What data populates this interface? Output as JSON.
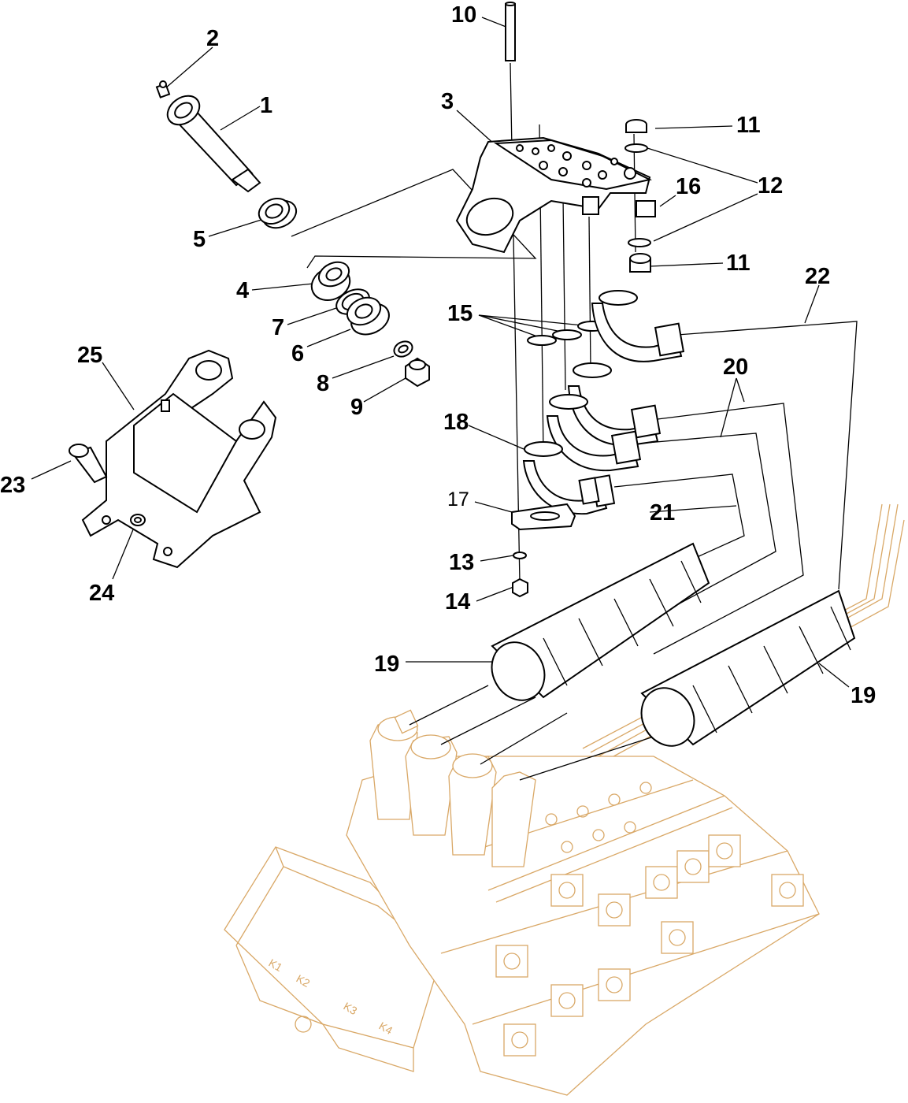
{
  "colors": {
    "ink": "#000000",
    "ghost": "#d9a867",
    "background": "#ffffff"
  },
  "callouts": {
    "c1": "1",
    "c2": "2",
    "c3": "3",
    "c4": "4",
    "c5": "5",
    "c6": "6",
    "c7": "7",
    "c8": "8",
    "c9": "9",
    "c10": "10",
    "c11a": "11",
    "c11b": "11",
    "c12": "12",
    "c13": "13",
    "c14": "14",
    "c15": "15",
    "c16": "16",
    "c17": "17",
    "c18": "18",
    "c19a": "19",
    "c19b": "19",
    "c20": "20",
    "c21": "21",
    "c22": "22",
    "c23": "23",
    "c24": "24",
    "c25": "25"
  },
  "ghost_labels": {
    "k1": "K1",
    "k2": "K2",
    "k3": "K3",
    "k4": "K4"
  }
}
